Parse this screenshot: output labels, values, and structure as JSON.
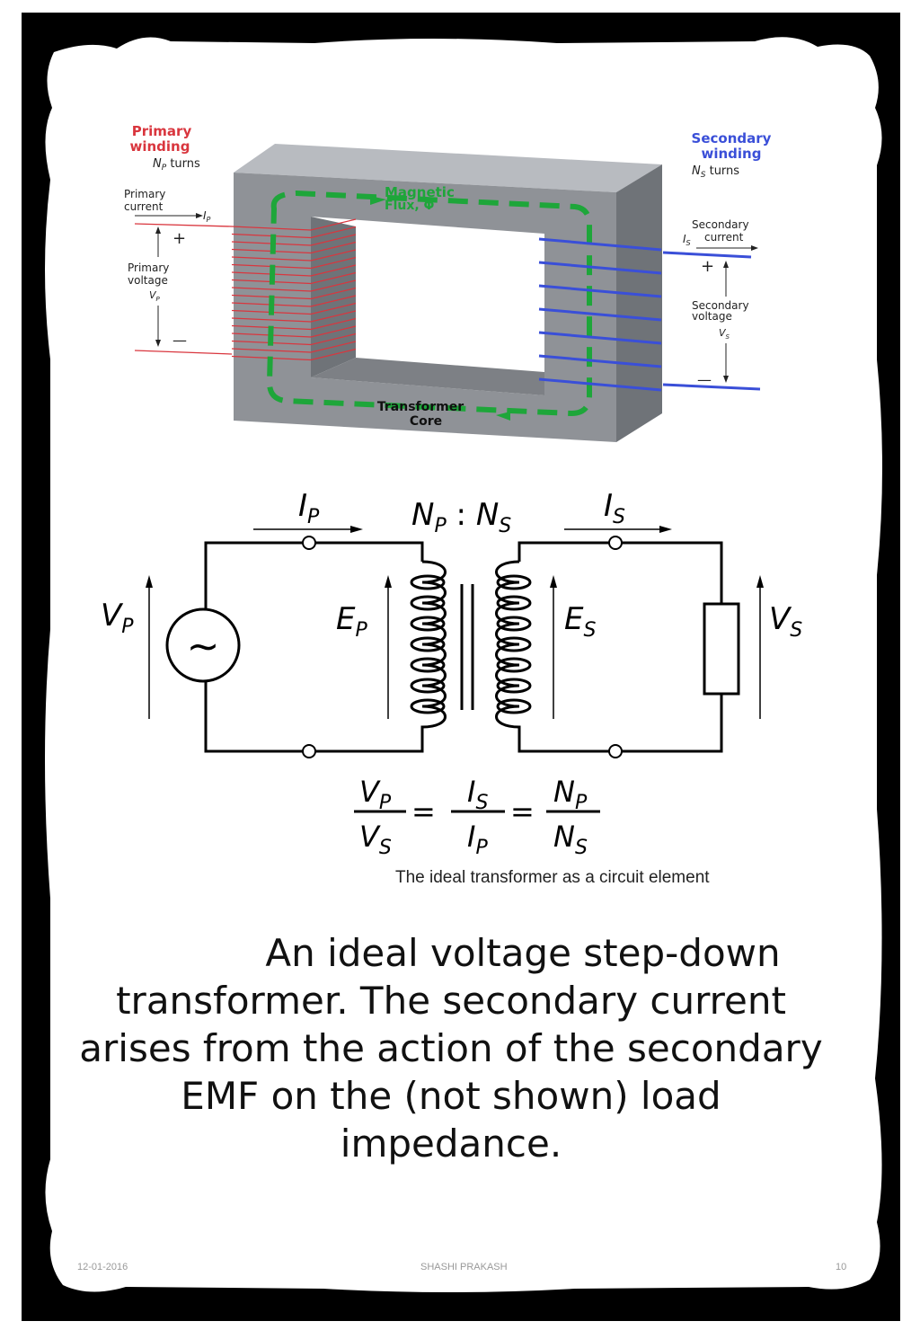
{
  "colors": {
    "frame": "#000000",
    "page": "#ffffff",
    "core": "#8f9297",
    "primary": "#d9363e",
    "secondary": "#3a4fd8",
    "flux": "#1ea63a"
  },
  "diagram": {
    "primary_winding": {
      "line1": "Primary",
      "line2": "winding",
      "turns_symbol": "N",
      "turns_sub": "P",
      "turns_word": "turns"
    },
    "secondary_winding": {
      "line1": "Secondary",
      "line2": "winding",
      "turns_symbol": "N",
      "turns_sub": "S",
      "turns_word": "turns"
    },
    "primary_current": {
      "line1": "Primary",
      "line2": "current",
      "symbol": "I",
      "sub": "P"
    },
    "primary_voltage": {
      "line1": "Primary",
      "line2": "voltage",
      "symbol": "V",
      "sub": "P"
    },
    "secondary_current": {
      "line1": "Secondary",
      "line2": "current",
      "symbol": "I",
      "sub": "S"
    },
    "secondary_voltage": {
      "line1": "Secondary",
      "line2": "voltage",
      "symbol": "V",
      "sub": "S"
    },
    "flux": {
      "line1": "Magnetic",
      "line2": "Flux, Φ"
    },
    "core": {
      "line1": "Transformer",
      "line2": "Core"
    },
    "plus": "+",
    "minus": "—"
  },
  "circuit": {
    "ip": {
      "sym": "I",
      "sub": "P"
    },
    "is": {
      "sym": "I",
      "sub": "S"
    },
    "ratio": {
      "np": "N",
      "np_sub": "P",
      "colon": ":",
      "ns": "N",
      "ns_sub": "S"
    },
    "vp": {
      "sym": "V",
      "sub": "P"
    },
    "ep": {
      "sym": "E",
      "sub": "P"
    },
    "es": {
      "sym": "E",
      "sub": "S"
    },
    "vs": {
      "sym": "V",
      "sub": "S"
    },
    "ac_source_symbol": "∼",
    "equation": {
      "eq": "="
    }
  },
  "caption": "The ideal transformer as a circuit element",
  "body_text": [
    "An ideal voltage step-down",
    "transformer. The secondary current",
    "arises from the action of the secondary",
    "EMF on the (not shown) load",
    "impedance."
  ],
  "footer": {
    "date": "12-01-2016",
    "author": "SHASHI PRAKASH",
    "page": "10"
  }
}
